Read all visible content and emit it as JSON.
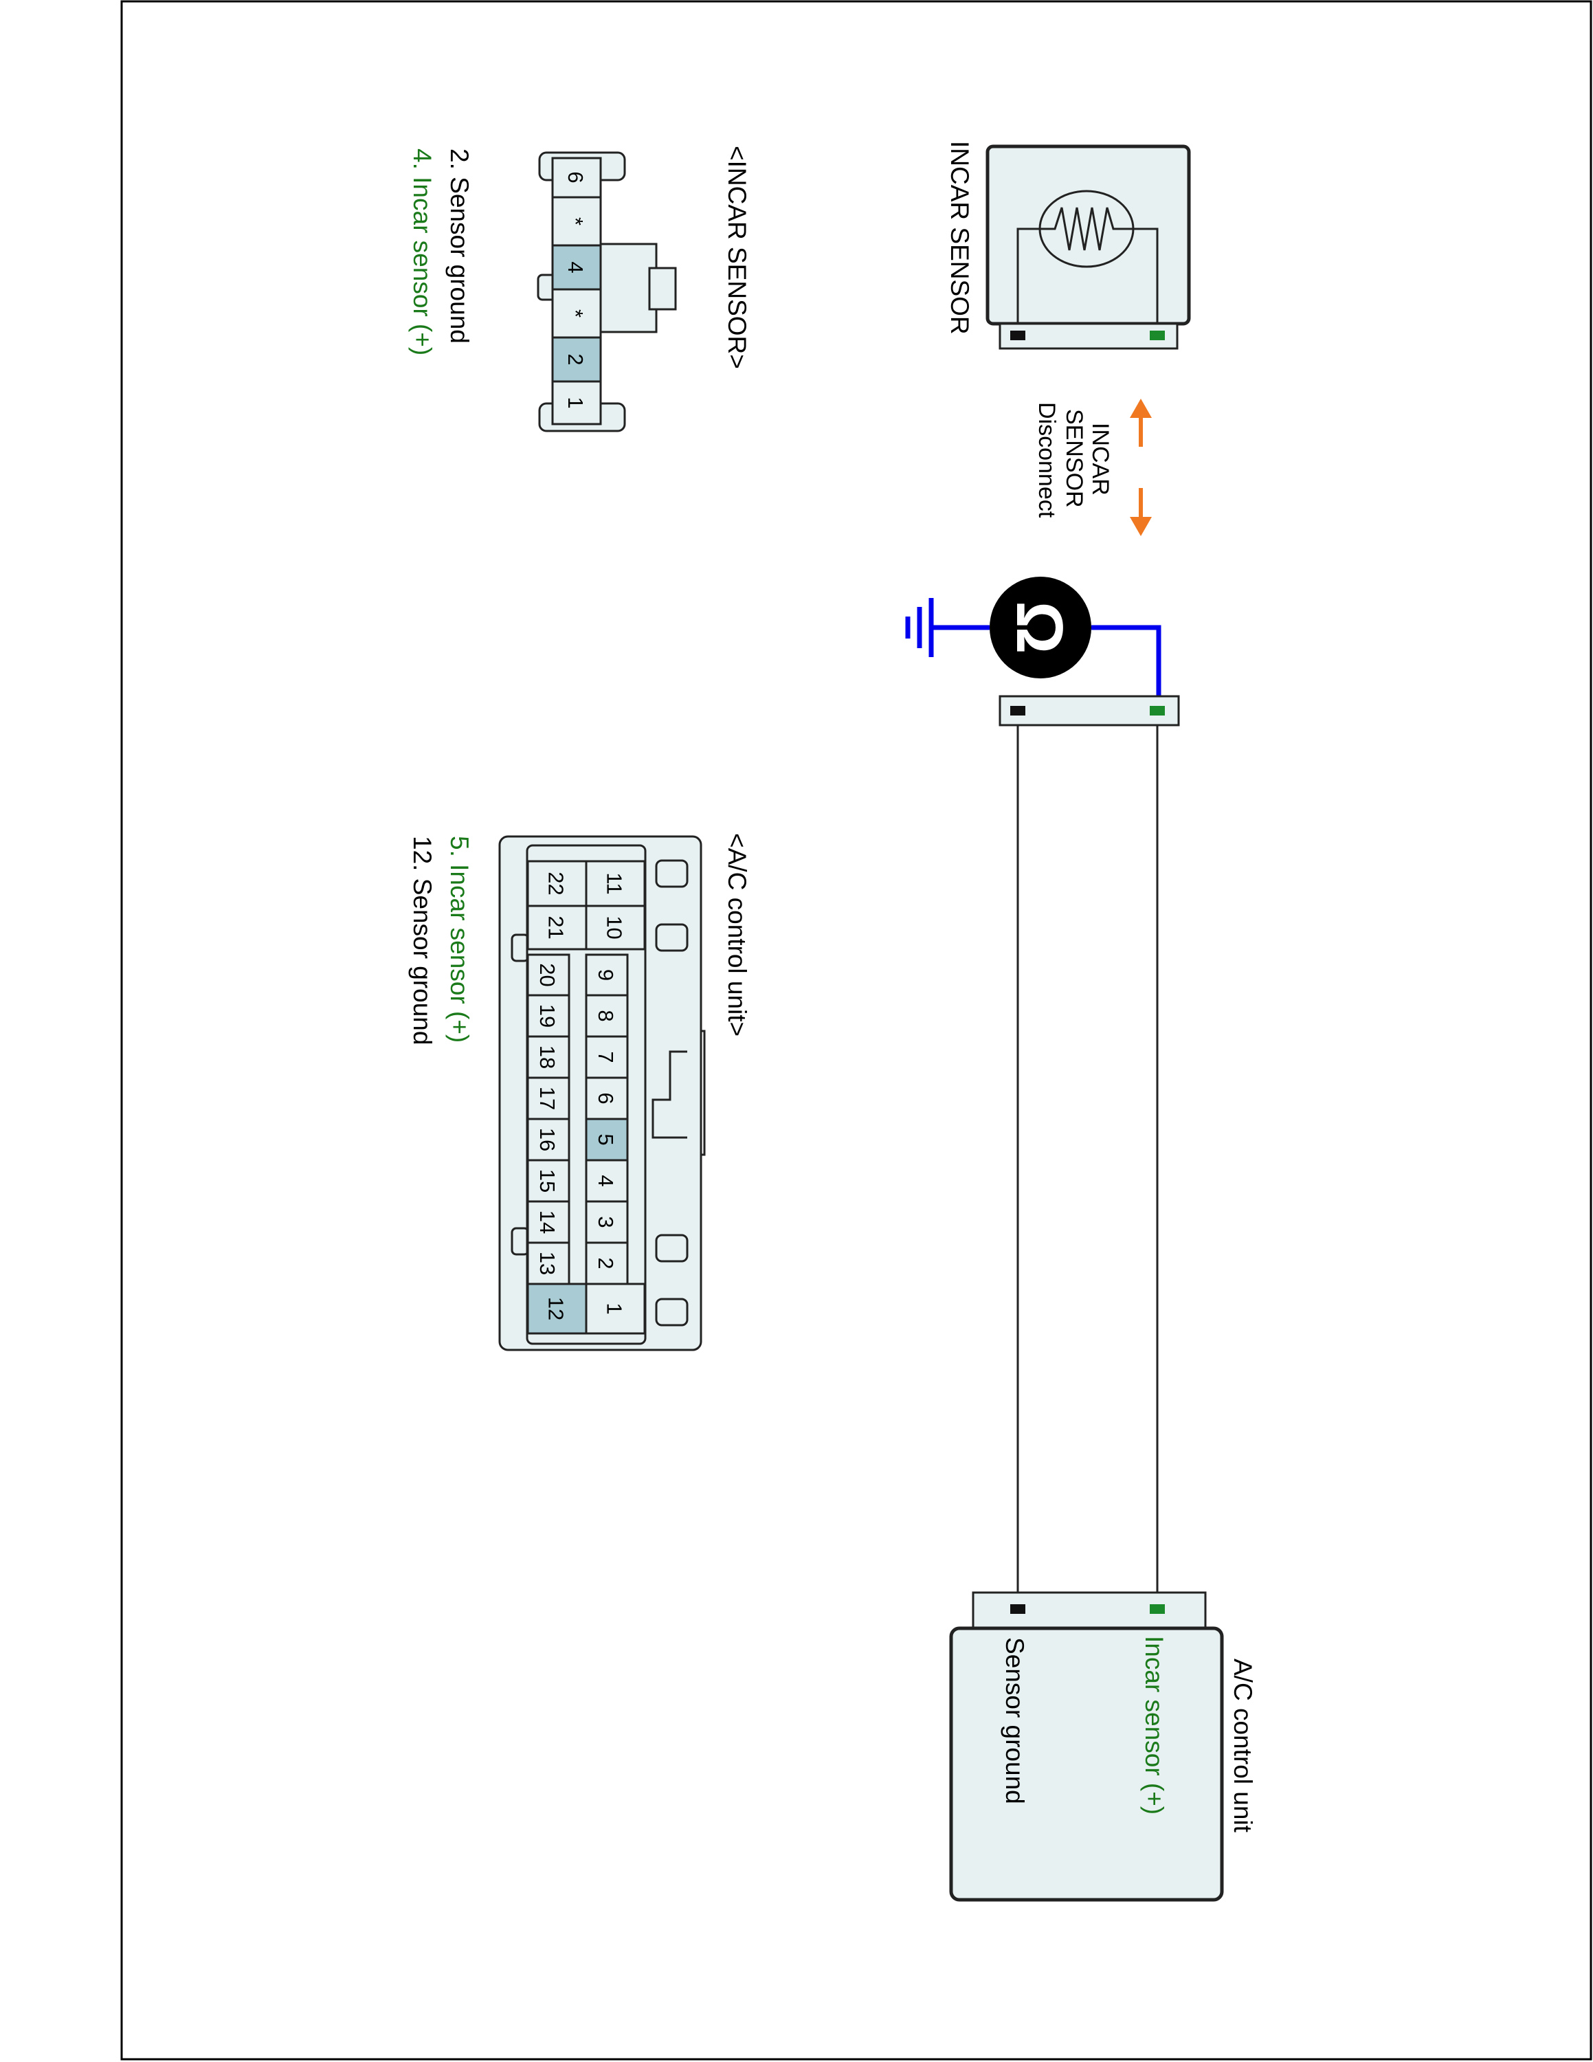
{
  "colors": {
    "ground_wire": "#0000ee",
    "signal_pin": "#1a8a2a",
    "ground_pin": "#111111",
    "connector_fill": "#e8f1f1",
    "highlight_cell": "#a9ccd4",
    "arrow": "#f07820",
    "green_text": "#1a7a1a"
  },
  "incar_sensor": {
    "title": "INCAR SENSOR",
    "disconnect_label": {
      "line1": "INCAR",
      "line2": "SENSOR",
      "line3": "Disconnect"
    }
  },
  "ohmmeter": {
    "symbol": "Ω"
  },
  "ac_control_unit": {
    "title": "A/C control unit",
    "pin_signal": "Incar sensor (+)",
    "pin_ground": "Sensor ground"
  },
  "incar_connector": {
    "title": "<INCAR SENSOR>",
    "pins": [
      "1",
      "2",
      "*",
      "4",
      "*",
      "6"
    ],
    "highlighted": [
      "2",
      "4"
    ],
    "legend": [
      {
        "text": "2. Sensor ground",
        "color": "black"
      },
      {
        "text": "4. Incar sensor (+)",
        "color": "green"
      }
    ]
  },
  "ac_connector": {
    "title": "<A/C control unit>",
    "row_top": [
      "1",
      "2",
      "3",
      "4",
      "5",
      "6",
      "7",
      "8",
      "9",
      "10",
      "11"
    ],
    "row_bottom": [
      "12",
      "13",
      "14",
      "15",
      "16",
      "17",
      "18",
      "19",
      "20",
      "21",
      "22"
    ],
    "highlighted": [
      "5",
      "12"
    ],
    "legend": [
      {
        "text": "5. Incar sensor (+)",
        "color": "green"
      },
      {
        "text": "12. Sensor ground",
        "color": "black"
      }
    ]
  }
}
